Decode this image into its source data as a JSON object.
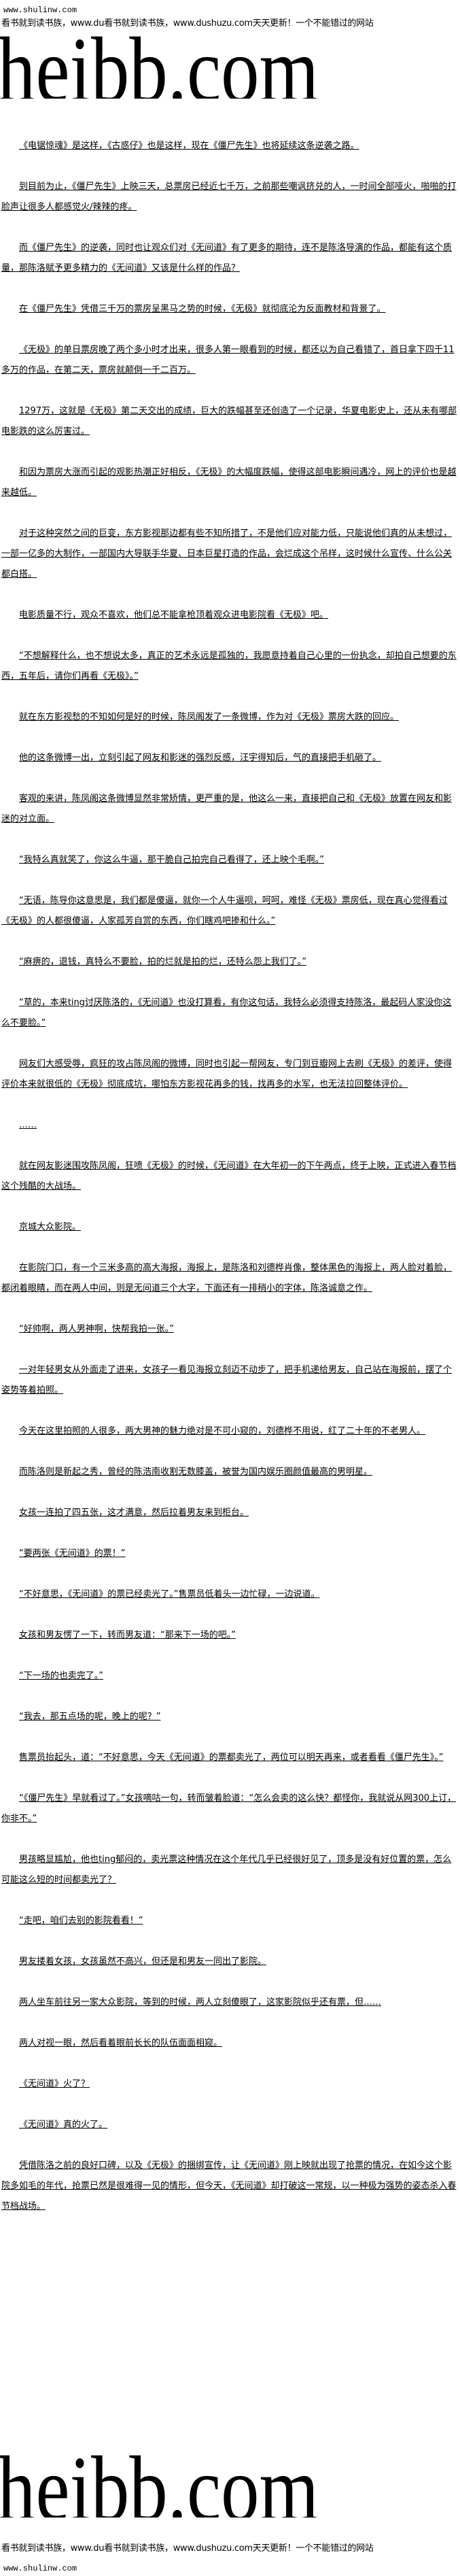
{
  "header": {
    "site_url": "www.shulinw.com",
    "slogan": "看书就到读书族，www.du看书就到读书族，www.dushuzu.com天天更新！一个不能错过的网站",
    "logo_text": "heibb.com"
  },
  "paragraphs": [
    "《电锯惊魂》是这样，《古惑仔》也是这样，现在《僵尸先生》也将延续这条逆袭之路。",
    "到目前为止，《僵尸先生》上映三天，总票房已经近七千万，之前那些嘲讽挤兑的人，一时间全部哑火，啪啪的打脸声让很多人都感觉火/辣辣的疼。",
    "而《僵尸先生》的逆袭，同时也让观众们对《无间道》有了更多的期待，连不是陈洛导演的作品，都能有这个质量，那陈洛赋予更多精力的《无间道》又该是什么样的作品？",
    "在《僵尸先生》凭借三千万的票房呈黑马之势的时候，《无极》就彻底沦为反面教材和背景了。",
    "《无极》的单日票房晚了两个多小时才出来，很多人第一眼看到的时候，都还以为自己看错了，首日拿下四千11多万的作品，在第二天，票房就颠倒一千二百万。",
    "1297万，这就是《无极》第二天交出的成绩，巨大的跌幅甚至还创造了一个记录，华夏电影史上，还从未有哪部电影跌的这么厉害过。",
    "和因为票房大涨而引起的观影热潮正好相反，《无极》的大幅度跌幅，使得这部电影瞬间遇冷，网上的评价也是越来越低。",
    "对于这种突然之间的巨变，东方影视那边都有些不知所措了，不是他们应对能力低，只能说他们真的从未想过，一部一亿多的大制作，一部国内大导联手华夏、日本巨星打造的作品，会烂成这个吊样，这时候什么宣传、什么公关都白搭。",
    "电影质量不行，观众不喜欢，他们总不能拿枪顶着观众进电影院看《无极》吧。",
    "“不想解释什么，也不想说太多，真正的艺术永远是孤独的，我愿意持着自己心里的一份执念，却拍自己想要的东西，五年后，请你们再看《无极》。”",
    "就在东方影视愁的不知如何是好的时候，陈凤阁发了一条微博，作为对《无极》票房大跌的回应。",
    "他的这条微博一出，立刻引起了网友和影迷的强烈反感，汪宇得知后，气的直接把手机砸了。",
    "客观的来讲，陈凤阁这条微博显然非常矫情，更严重的是，他这么一来，直接把自己和《无极》放置在网友和影迷的对立面。",
    "“我特么真就笑了，你这么牛逼，那干脆自己拍完自己看得了，还上映个毛啊。”",
    "“无语，陈导你这意思是，我们都是傻逼，就你一个人牛逼呗，呵呵，难怪《无极》票房低，现在真心觉得看过《无极》的人都很傻逼，人家孤芳自赏的东西，你们瞎鸡吧掺和什么。”",
    "“麻痹的，退钱，真特么不要脸，拍的烂就是拍的烂，还特么怨上我们了。”",
    "“草的，本来ting讨厌陈洛的，《无间道》也没打算看，有你这句话，我特么必须得支持陈洛，最起码人家没你这么不要脸。”",
    "网友们大感受辱，疯狂的攻占陈凤阁的微博，同时也引起一帮网友，专门到豆瓣网上去刷《无极》的差评，使得评价本来就很低的《无极》彻底成坑，哪怕东方影视花再多的钱，找再多的水军，也无法拉回整体评价。",
    "……",
    "就在网友影迷围攻陈凤阁，狂喷《无极》的时候，《无间道》在大年初一的下午两点，终于上映，正式进入春节档这个残酷的大战场。",
    "京城大众影院。",
    "在影院门口，有一个三米多高的高大海报，海报上，是陈洛和刘德桦肖像，整体黑色的海报上，两人脸对着脸，都闭着眼睛，而在两人中间，则是无间道三个大字，下面还有一排稍小的字体，陈洛诚意之作。",
    "“好帅啊，两人男神啊，快帮我拍一张。”",
    "一对年轻男女从外面走了进来，女孩子一看见海报立刻迈不动步了，把手机递给男友，自己站在海报前，摆了个姿势等着拍照。",
    "今天在这里拍照的人很多，两大男神的魅力绝对是不可小窥的，刘德桦不用说，红了二十年的不老男人。",
    "而陈洛则是新起之秀，曾经的陈浩南收割无数膝盖，被誉为国内娱乐圈颜值最高的男明星。",
    "女孩一连拍了四五张，这才满意，然后拉着男友来到柜台。",
    "“要两张《无间道》的票！”",
    "“不好意思，《无间道》的票已经卖光了。”售票员低着头一边忙碌，一边说道。",
    "女孩和男友愣了一下，转而男友道：“那来下一场的吧。”",
    "“下一场的也卖完了。”",
    "“我去，那五点场的呢，晚上的呢？”",
    "售票员抬起头，道：“不好意思，今天《无间道》的票都卖光了，两位可以明天再来，或者看看《僵尸先生》。”",
    "“《僵尸先生》早就看过了。”女孩嘀咕一句，转而皱着脸道：“怎么会卖的这么快？都怪你，我就说从网300上订，你非不。”",
    "男孩略显尴尬，他也ting郁闷的，卖光票这种情况在这个年代几乎已经很好见了，顶多是没有好位置的票，怎么可能这么短的时间都卖光了？",
    "“走吧，咱们去别的影院看看！”",
    "男友搂着女孩，女孩虽然不高兴，但还是和男友一同出了影院。",
    "两人坐车前往另一家大众影院，等到的时候，两人立刻傻眼了，这家影院似乎还有票，但……",
    "两人对视一眼，然后看着眼前长长的队伍面面相窥。",
    "《无间道》火了？",
    "《无间道》真的火了。",
    "凭借陈洛之前的良好口碑，以及《无极》的捆绑宣传，让《无间道》刚上映就出现了抢票的情况，在如今这个影院多如毛的年代，抢票已然是很难得一见的情形，但今天，《无间道》却打破这一常规，以一种极为强势的姿态杀入春节档战场。"
  ],
  "footer": {
    "logo_text": "heibb.com",
    "slogan": "看书就到读书族，www.du看书就到读书族，www.dushuzu.com天天更新！一个不能错过的网站",
    "site_url": "www.shulinw.com"
  }
}
